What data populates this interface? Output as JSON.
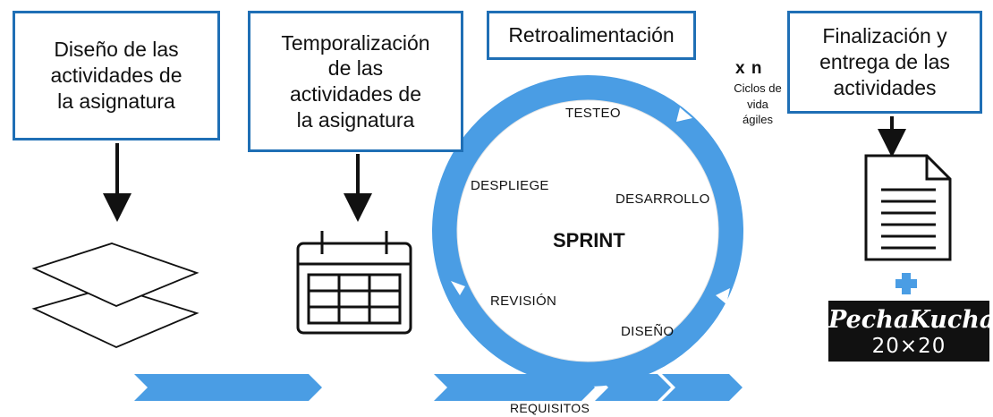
{
  "boxes": {
    "design": "Diseño de las\nactividades de\nla asignatura",
    "timing": "Temporalización\nde las\nactividades de\nla asignatura",
    "feedback": "Retroalimentación",
    "final": "Finalización y\nentrega de las\nactividades"
  },
  "cycle": {
    "center": "SPRINT",
    "testeo": "TESTEO",
    "despliege": "DESPLIEGE",
    "desarrollo": "DESARROLLO",
    "revision": "REVISIÓN",
    "diseno": "DISEÑO",
    "requisitos": "REQUISITOS",
    "multiplier": "x n",
    "multiplier_note": "Ciclos de\nvida\nágiles"
  },
  "logo": {
    "name": "PechaKucha",
    "format": "20×20"
  },
  "icons": [
    "layers-icon",
    "calendar-icon",
    "document-icon",
    "plus-icon"
  ],
  "colors": {
    "accent": "#1f6fb5",
    "cycle": "#4a9de4",
    "arrow": "#111111"
  }
}
